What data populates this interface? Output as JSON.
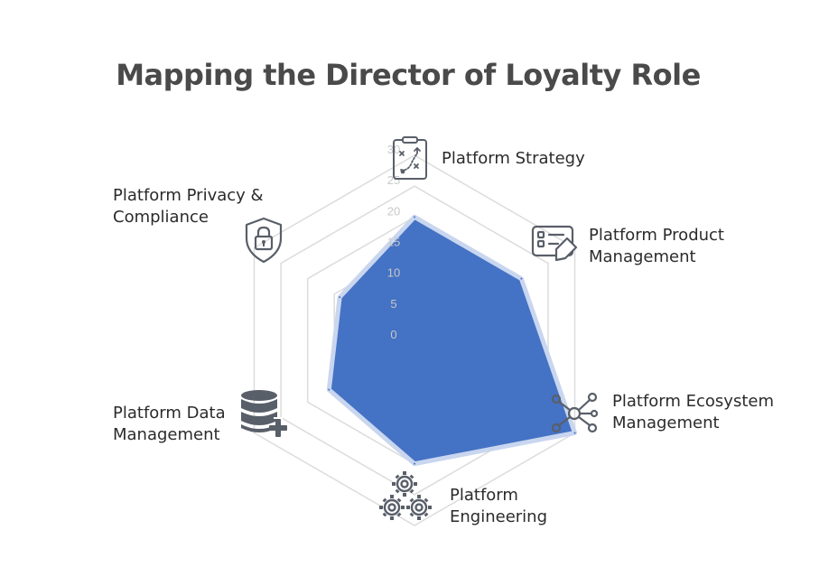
{
  "chart_data": {
    "type": "radar",
    "title": "Mapping the Director of Loyalty Role",
    "categories": [
      "Platform Strategy",
      "Platform Product\nManagement",
      "Platform Ecosystem\nManagement",
      "Platform\nEngineering",
      "Platform Data\nManagement",
      "Platform Privacy &\nCompliance"
    ],
    "icons": [
      "strategy-board-icon",
      "product-screen-icon",
      "network-icon",
      "gears-icon",
      "database-plus-icon",
      "shield-lock-icon"
    ],
    "values": [
      20,
      20,
      30,
      20,
      16,
      14
    ],
    "scale": {
      "min": 0,
      "max": 30,
      "ticks": [
        0,
        5,
        10,
        15,
        20,
        25,
        30
      ]
    },
    "colors": {
      "fill": "#4472C4",
      "outline": "#C9D6EF",
      "grid": "#dcdcdc",
      "tick_text": "#c8c8c8",
      "icon": "#595f69",
      "text": "#2b2b2b",
      "title": "#4a4a4a"
    }
  }
}
